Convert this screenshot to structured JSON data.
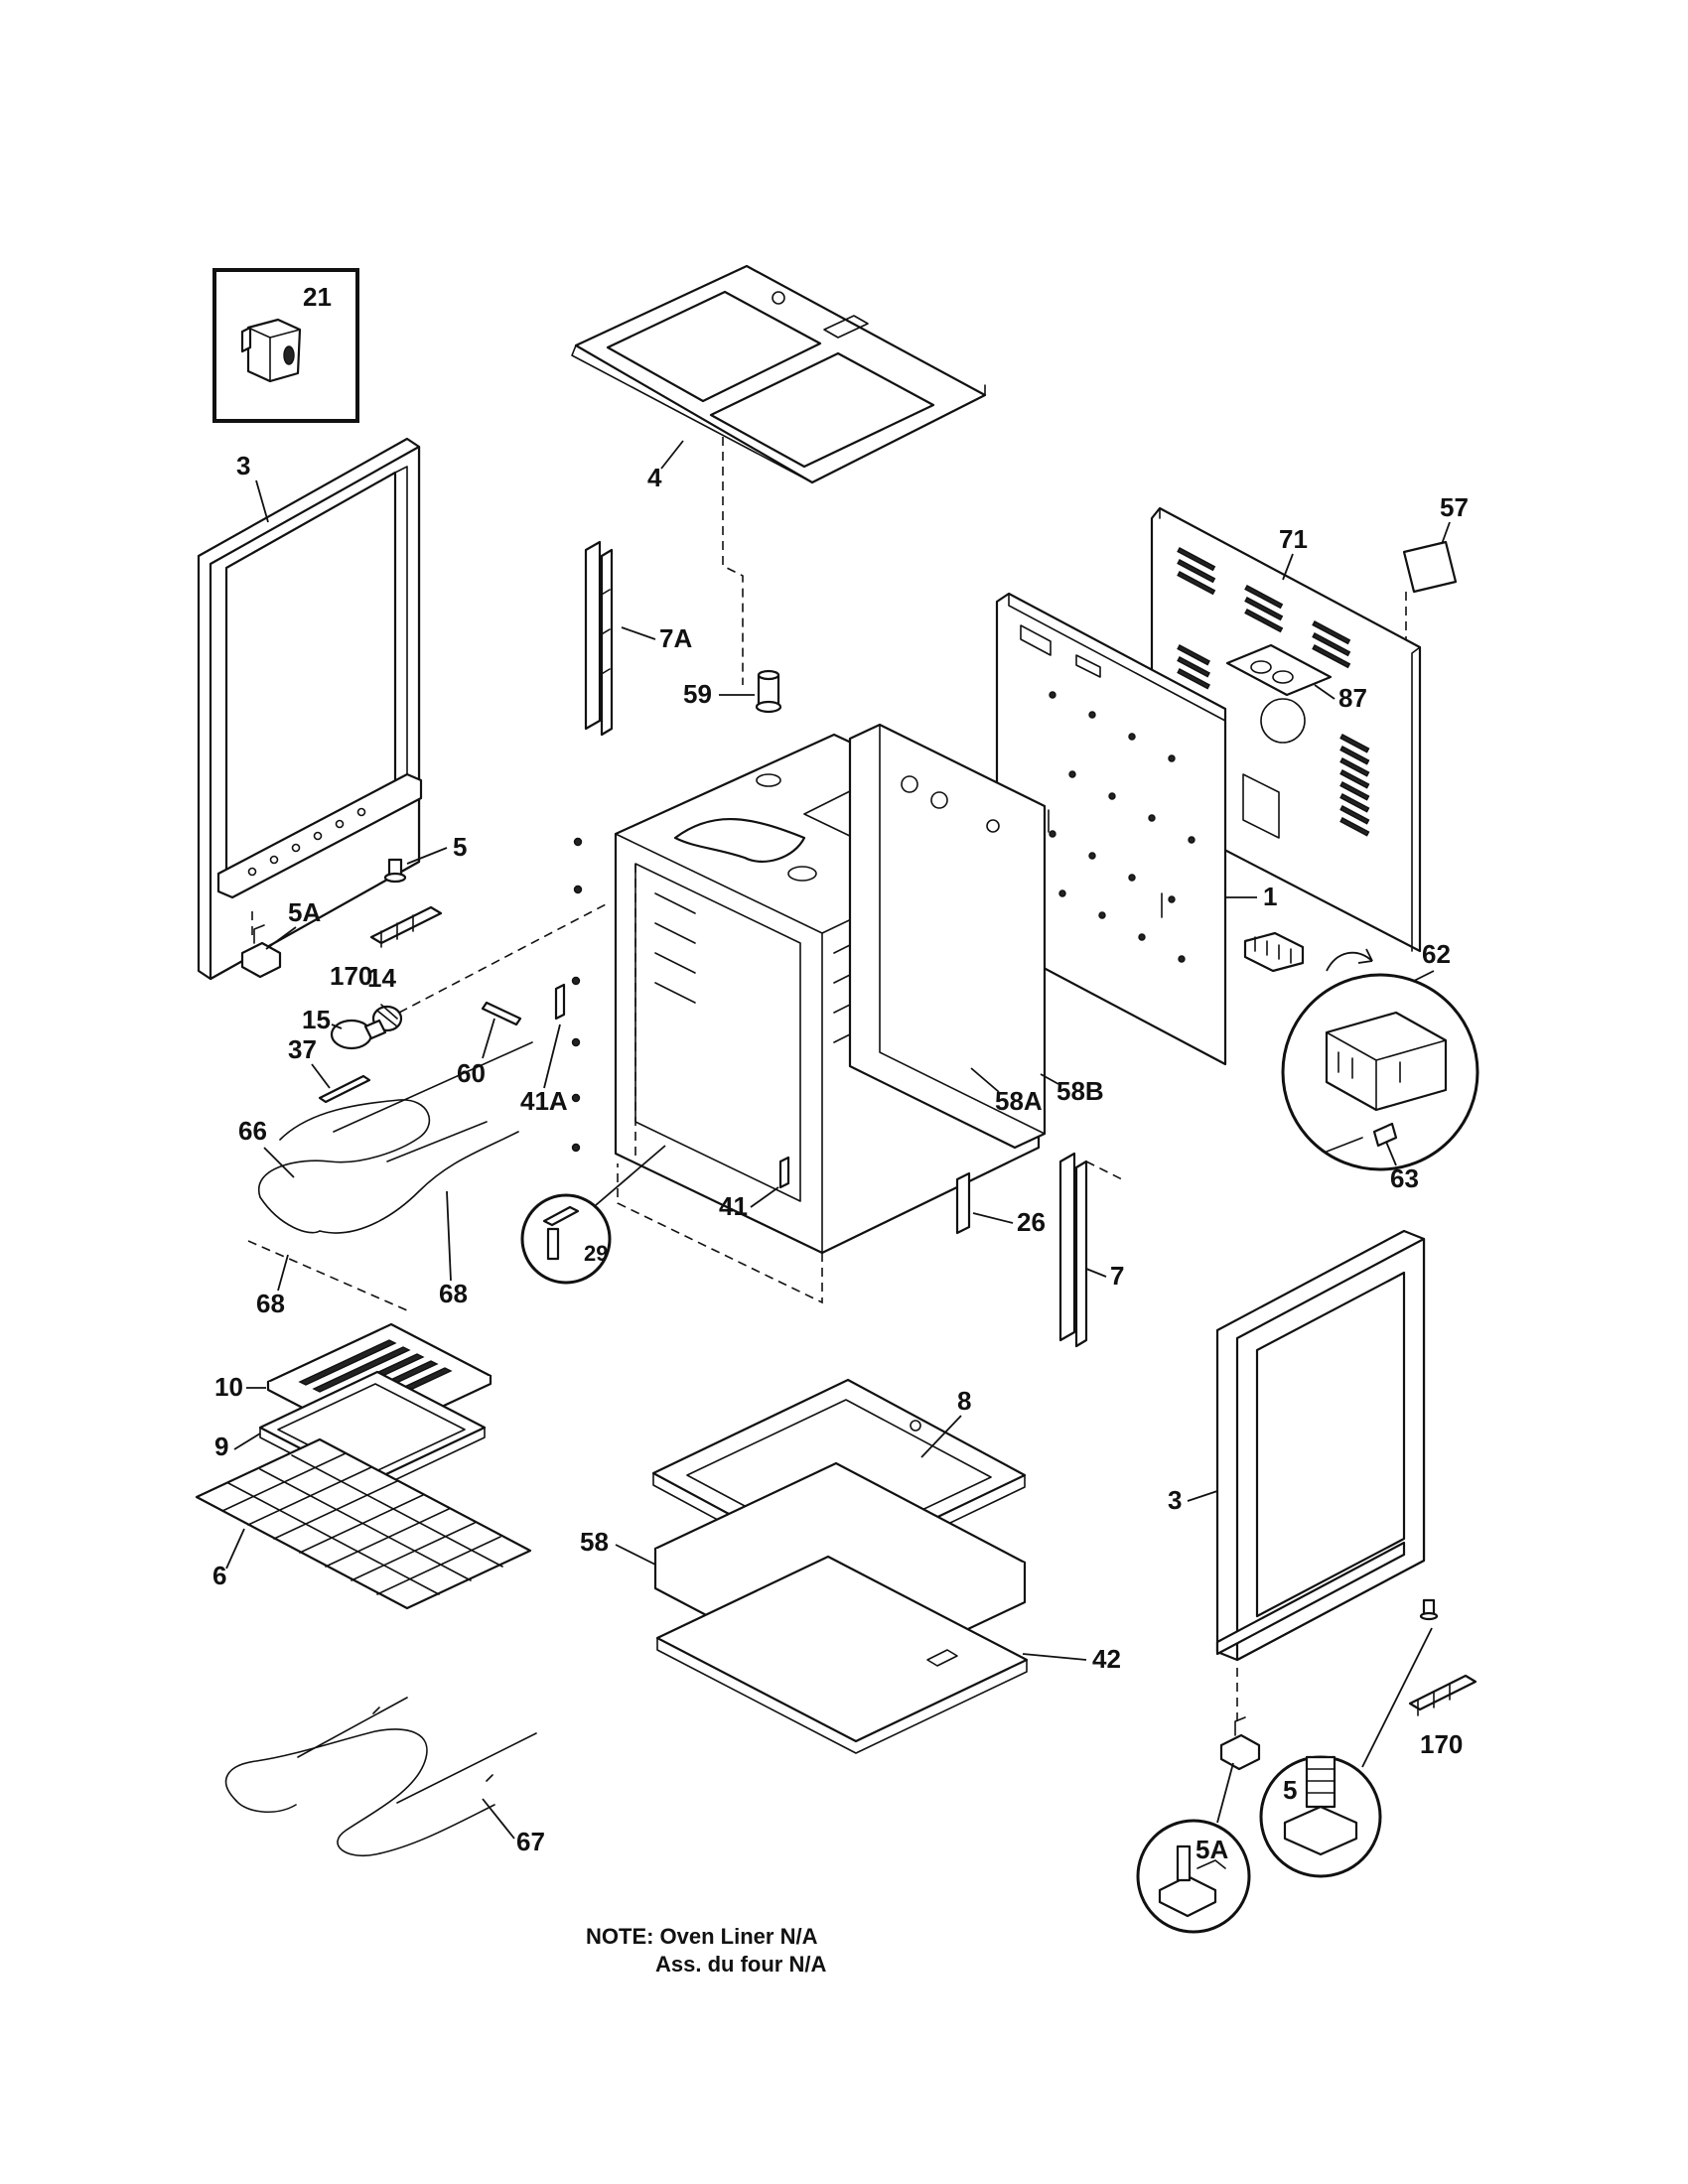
{
  "labels": {
    "p21": "21",
    "p3_left": "3",
    "p4": "4",
    "p57": "57",
    "p71": "71",
    "p7A": "7A",
    "p59": "59",
    "p87": "87",
    "p5_left": "5",
    "p5A_left": "5A",
    "p1": "1",
    "p170_left": "170",
    "p14": "14",
    "p62": "62",
    "p15": "15",
    "p60": "60",
    "p41A": "41A",
    "p58A": "58A",
    "p58B": "58B",
    "p37": "37",
    "p66": "66",
    "p63": "63",
    "p41": "41",
    "p29": "29",
    "p26": "26",
    "p7": "7",
    "p68_left": "68",
    "p68_right": "68",
    "p10": "10",
    "p8": "8",
    "p9": "9",
    "p3_right": "3",
    "p6": "6",
    "p58": "58",
    "p42": "42",
    "p170_right": "170",
    "p5_right": "5",
    "p67": "67",
    "p5A_right": "5A"
  },
  "note": {
    "line1": "NOTE: Oven Liner N/A",
    "line2": "Ass. du four N/A"
  },
  "colors": {
    "ink": "#111111",
    "paper": "#ffffff"
  }
}
